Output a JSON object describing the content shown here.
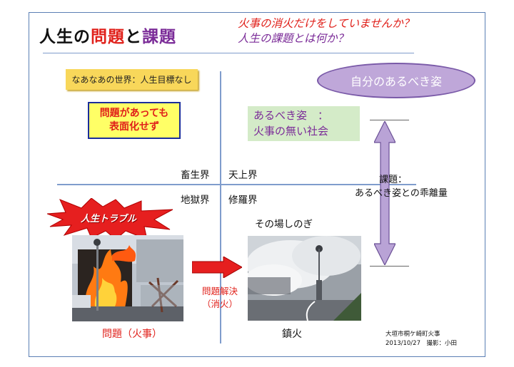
{
  "title": {
    "part1": "人生の",
    "part2": "問題",
    "part3": "と",
    "part4": "課題"
  },
  "subtitle": {
    "line1": "火事の消火だけをしていませんか？",
    "line2": "人生の課題とは何か？"
  },
  "naa_box": "なあなあの世界：人生目標なし",
  "problem_box": {
    "line1": "問題があっても",
    "line2": "表面化せず"
  },
  "ideal_box": {
    "line1": "あるべき姿　：",
    "line2": "火事の無い社会"
  },
  "self_ellipse": "自分のあるべき姿",
  "realms": {
    "chikusho": "畜生界",
    "tenjo": "天上界",
    "jigoku": "地獄界",
    "shura": "修羅界"
  },
  "kadai_label": {
    "line1": "課題：",
    "line2": "あるべき姿との乖離量"
  },
  "burst_text": "人生トラブル",
  "temp_label": "その場しのぎ",
  "solve_label": {
    "line1": "問題解決",
    "line2": "（消火）"
  },
  "fire_caption": "問題（火事）",
  "extinguish_caption": "鎮火",
  "credit": {
    "line1": "大垣市桐ケ崎町火事",
    "line2": "2013/10/27　撮影：小田"
  },
  "colors": {
    "accent_red": "#e0201a",
    "accent_purple": "#7b2c98",
    "axis_blue": "#7f9ccc",
    "arrow_lavender": "#b9a3d6"
  }
}
